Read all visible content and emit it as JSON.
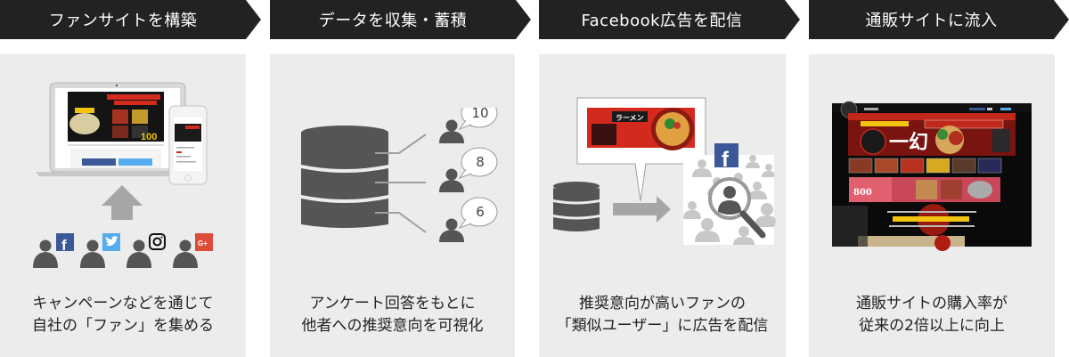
{
  "steps": [
    {
      "title": "ファンサイトを構築",
      "caption_lines": [
        "キャンペーンなどを通じて",
        "自社の「ファン」を集める"
      ],
      "icons": [
        "laptop-icon",
        "smartphone-icon",
        "up-arrow-icon",
        "person-icon",
        "facebook-icon",
        "twitter-icon",
        "instagram-icon",
        "google-plus-icon"
      ]
    },
    {
      "title": "データを収集・蓄積",
      "caption_lines": [
        "アンケート回答をもとに",
        "他者への推奨意向を可視化"
      ],
      "scores": [
        "10",
        "8",
        "6"
      ],
      "icons": [
        "database-icon",
        "person-icon",
        "speech-bubble-icon"
      ]
    },
    {
      "title": "Facebook広告を配信",
      "caption_lines": [
        "推奨意向が高いファンの",
        "「類似ユーザー」に広告を配信"
      ],
      "icons": [
        "database-icon",
        "right-arrow-icon",
        "ad-banner-image",
        "facebook-icon",
        "magnifier-icon",
        "person-icon"
      ]
    },
    {
      "title": "通販サイトに流入",
      "caption_lines": [
        "通販サイトの購入率が",
        "従来の2倍以上に向上"
      ],
      "icons": [
        "ecommerce-site-screenshot"
      ]
    }
  ],
  "colors": {
    "header_bg": "#222222",
    "header_text": "#ffffff",
    "panel_bg": "#ececec",
    "icon_dark": "#555555",
    "icon_light": "#bdbdbd",
    "arrow_gray": "#a6a6a6",
    "facebook": "#3b5998",
    "twitter": "#55acee",
    "google_plus": "#dd4b39",
    "ad_red": "#d42a1e"
  }
}
